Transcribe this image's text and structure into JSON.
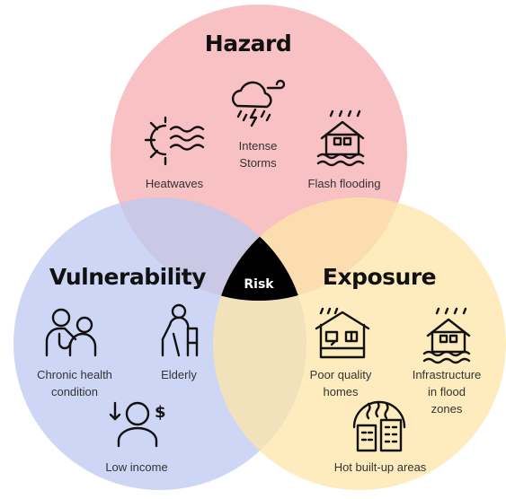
{
  "circles": [
    {
      "name": "hazard",
      "title": "Hazard",
      "color": "#f7b6b9"
    },
    {
      "name": "vulnerability",
      "title": "Vulnerability",
      "color": "#bccaf1"
    },
    {
      "name": "exposure",
      "title": "Exposure",
      "color": "#fde6a8"
    }
  ],
  "center": {
    "label": "Risk",
    "color": "#000000"
  },
  "hazard_items": [
    {
      "label": "Heatwaves",
      "icon": "heatwave-icon"
    },
    {
      "label": "Intense\nStorms",
      "icon": "storm-cloud-icon"
    },
    {
      "label": "Flash flooding",
      "icon": "flooded-house-icon"
    }
  ],
  "vulnerability_items": [
    {
      "label": "Chronic health\ncondition",
      "icon": "doctor-patient-icon"
    },
    {
      "label": "Elderly",
      "icon": "elderly-walker-icon"
    },
    {
      "label": "Low income",
      "icon": "person-money-icon"
    }
  ],
  "exposure_items": [
    {
      "label": "Poor quality\nhomes",
      "icon": "damaged-house-icon"
    },
    {
      "label": "Infrastructure\nin flood zones",
      "icon": "flooded-house-icon"
    },
    {
      "label": "Hot built-up areas",
      "icon": "hot-buildings-icon"
    }
  ]
}
